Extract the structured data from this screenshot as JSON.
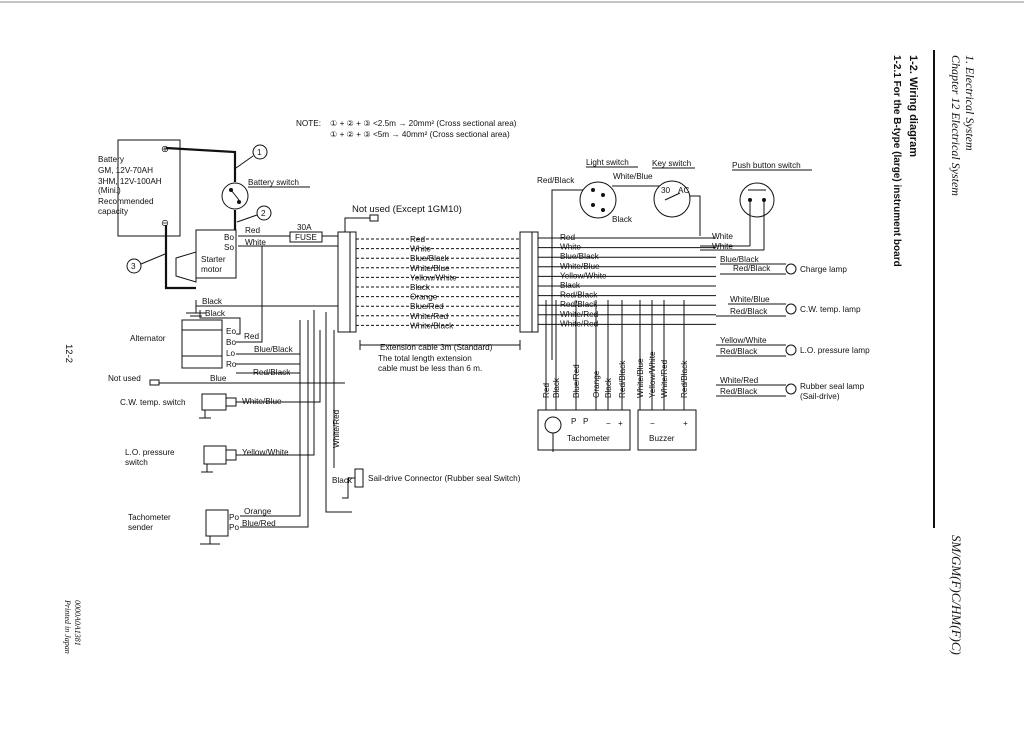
{
  "header": {
    "chapter": "Chapter 12 Electrical System",
    "section": "1. Electrical System",
    "title": "1-2. Wiring diagram",
    "subtitle": "1-2.1 For the B-type (large) instrument board",
    "models": "SM/GM(F)C/HM(F)C)",
    "page_number": "12-2",
    "printed": "Printed in Japan",
    "code": "0000A0A1381"
  },
  "note": {
    "label": "NOTE:",
    "line1": "① + ② + ③ <2.5m → 20mm² (Cross sectional area)",
    "line2": "① + ② + ③ <5m → 40mm² (Cross sectional area)"
  },
  "markers": [
    "1",
    "2",
    "3"
  ],
  "battery": {
    "line1": "Battery",
    "line2": "GM, 12V-70AH",
    "line3": "3HM, 12V-100AH",
    "line4": "(Mini.)",
    "line5": "Recommended",
    "line6": "capacity",
    "plus": "⊕",
    "minus": "⊖"
  },
  "components": {
    "battery_switch": "Battery switch",
    "starter_line1": "Starter",
    "starter_line2": "motor",
    "alternator": "Alternator",
    "fuse": "FUSE",
    "fuse_rating": "30A",
    "not_used_except": "Not used (Except 1GM10)",
    "not_used": "Not used",
    "cw_temp_switch": "C.W. temp. switch",
    "lo_pressure_line1": "L.O. pressure",
    "lo_pressure_line2": "switch",
    "tacho_sender_line1": "Tachometer",
    "tacho_sender_line2": "sender",
    "sail_drive": "Sail-drive Connector (Rubber seal Switch)",
    "light_switch": "Light switch",
    "key_switch": "Key switch",
    "push_button": "Push button switch",
    "charge_lamp": "Charge lamp",
    "cw_temp_lamp": "C.W. temp. lamp",
    "lo_pressure_lamp": "L.O. pressure lamp",
    "rubber_seal_line1": "Rubber seal lamp",
    "rubber_seal_line2": "(Sail-drive)",
    "tachometer": "Tachometer",
    "buzzer": "Buzzer",
    "extension_cable": "Extension cable 3m (Standard)",
    "ext_note1": "The total length extension",
    "ext_note2": "cable must be less than 6 m.",
    "key_30": "30",
    "key_ac": "AC"
  },
  "terminals": {
    "bo": "Bo",
    "so": "So",
    "eo": "Eo",
    "bo2": "Bo",
    "lo": "Lo",
    "ro": "Ro",
    "po": "Po",
    "po2": "Po",
    "p1": "P",
    "p2": "P",
    "minus": "−",
    "plus": "+",
    "bminus": "−",
    "bplus": "+"
  },
  "harness_wires": [
    "Red",
    "White",
    "Blue/Black",
    "White/Blue",
    "Yellow/White",
    "Black",
    "Orange",
    "Blue/Red",
    "White/Red",
    "White/Black"
  ],
  "right_wires": [
    "Red",
    "White",
    "Blue/Black",
    "White/Blue",
    "Yellow/White",
    "Black",
    "Red/Black",
    "Red/Black",
    "White/Red",
    "White/Red"
  ],
  "wire_labels": {
    "red_bat": "Red",
    "white_bat": "White",
    "black1": "Black",
    "black2": "Black",
    "red_alt": "Red",
    "blue_black_alt": "Blue/Black",
    "red_black_alt": "Red/Black",
    "blue_alt": "Blue",
    "white_blue_sw": "White/Blue",
    "yellow_white_sw": "Yellow/White",
    "orange_ts": "Orange",
    "blue_red_ts": "Blue/Red",
    "white_red_v": "White/Red",
    "black_sd": "Black",
    "red_black_ls": "Red/Black",
    "white_blue_ls": "White/Blue",
    "black_ls": "Black",
    "white_pb1": "White",
    "white_pb2": "White",
    "blue_black_r": "Blue/Black",
    "red_black_charge": "Red/Black",
    "white_blue_cw": "White/Blue",
    "red_black_cw": "Red/Black",
    "yellow_white_lo": "Yellow/White",
    "red_black_lo": "Red/Black",
    "white_red_rs": "White/Red",
    "red_black_rs": "Red/Black",
    "v_red": "Red",
    "v_black": "Black",
    "v_blue_red": "Blue/Red",
    "v_orange": "Orange",
    "v_black2": "Black",
    "v_red_black": "Red/Black",
    "v_white_blue": "White/Blue",
    "v_yellow_white": "Yellow/White",
    "v_white_red": "White/Red",
    "v_red_black2": "Red/Black"
  }
}
